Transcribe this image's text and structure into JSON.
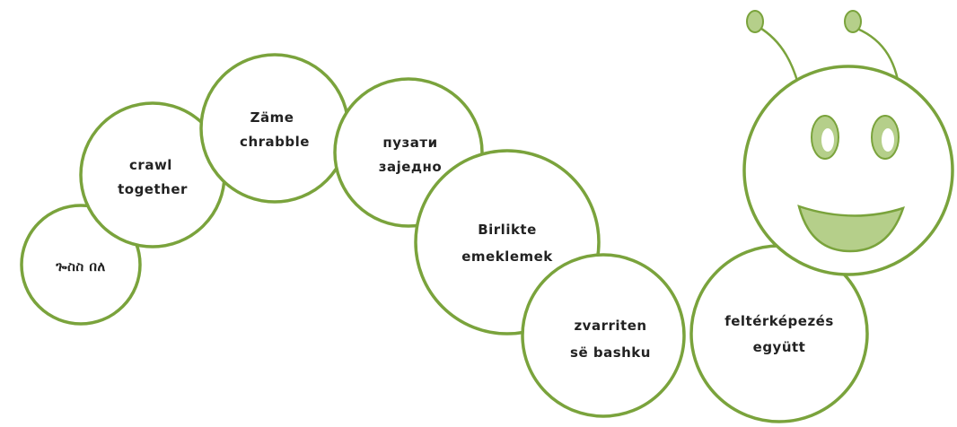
{
  "diagram": {
    "segments": [
      {
        "id": "amharic",
        "line1": "ጐስስ በለ",
        "line2": ""
      },
      {
        "id": "english",
        "line1": "crawl",
        "line2": "together"
      },
      {
        "id": "swiss-german",
        "line1": "Zäme",
        "line2": "chrabble"
      },
      {
        "id": "serbian",
        "line1": "пузати",
        "line2": "заједно"
      },
      {
        "id": "turkish",
        "line1": "Birlikte",
        "line2": "emeklemek"
      },
      {
        "id": "albanian",
        "line1": "zvarriten",
        "line2": "së bashku"
      },
      {
        "id": "hungarian",
        "line1": "feltérképezés",
        "line2": "együtt"
      }
    ],
    "colors": {
      "outline": "#7aa33c",
      "fill_light": "#b5cf8a",
      "segment_fill": "#ffffff",
      "text": "#222222"
    }
  }
}
